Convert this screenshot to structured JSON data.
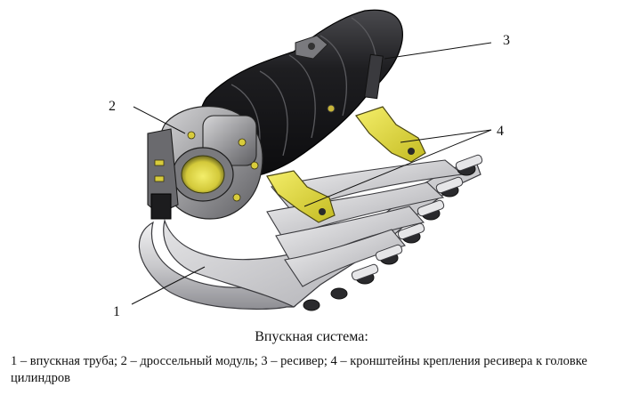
{
  "figure": {
    "callouts": [
      "1",
      "2",
      "3",
      "4"
    ],
    "colors": {
      "receiver": "#1c1c1e",
      "manifold": "#d4d4d6",
      "bracket": "#e8e03a",
      "throttle": "#8a8a8a"
    }
  },
  "caption": {
    "title": "Впускная система:",
    "legend": "1 – впускная труба; 2 – дроссельный модуль; 3 – ресивер; 4 – кронштейны крепления ресивера к головке цилиндров"
  }
}
